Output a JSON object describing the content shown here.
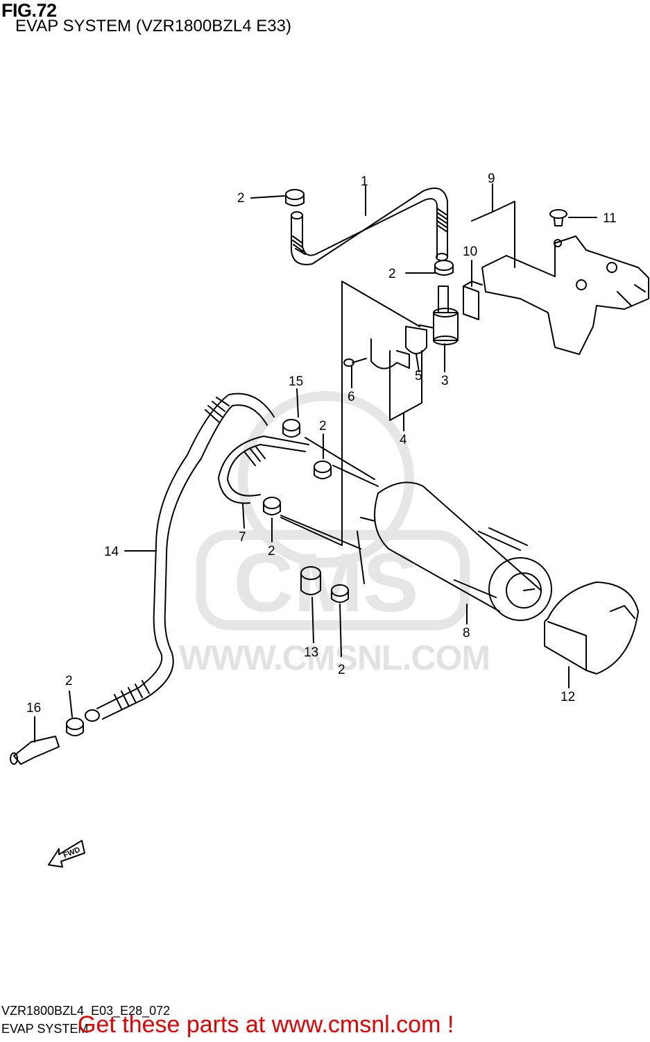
{
  "figure": {
    "number": "FIG.72",
    "title": "EVAP SYSTEM (VZR1800BZL4 E33)"
  },
  "callouts": {
    "c1": "1",
    "c2a": "2",
    "c2b": "2",
    "c2c": "2",
    "c2d": "2",
    "c2e": "2",
    "c2f": "2",
    "c3": "3",
    "c4": "4",
    "c5": "5",
    "c6": "6",
    "c7": "7",
    "c8": "8",
    "c9": "9",
    "c10": "10",
    "c11": "11",
    "c12": "12",
    "c13": "13",
    "c14": "14",
    "c15": "15",
    "c16": "16"
  },
  "watermark": {
    "text": "WWW.CMSNL.COM",
    "logo_text": "CMS"
  },
  "fwd_label": "FWD",
  "footer": {
    "code": "VZR1800BZL4_E03_E28_072",
    "name": "EVAP SYSTEM",
    "promo": "Get these parts at www.cmsnl.com !"
  },
  "colors": {
    "promo": "#e60000",
    "watermark": "#e2e2e2",
    "line": "#000000"
  }
}
